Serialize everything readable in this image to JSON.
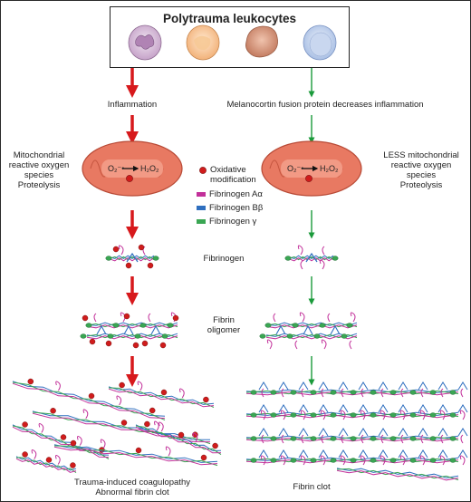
{
  "header": {
    "title": "Polytrauma leukocytes"
  },
  "left": {
    "inflammation": "Inflammation",
    "ros_line1": "Mitochondrial",
    "ros_line2": "reactive oxygen",
    "ros_line3": "species",
    "ros_line4": "Proteolysis",
    "outcome_line1": "Trauma-induced coagulopathy",
    "outcome_line2": "Abnormal fibrin clot"
  },
  "right": {
    "treatment": "Melanocortin fusion protein decreases inflammation",
    "ros_line1": "LESS mitochondrial",
    "ros_line2": "reactive oxygen",
    "ros_line3": "species",
    "ros_line4": "Proteolysis",
    "outcome": "Fibrin clot"
  },
  "mito": {
    "o2": "O₂⁻•",
    "h2o2": "H₂O₂"
  },
  "legend": {
    "oxidative_line1": "Oxidative",
    "oxidative_line2": "modification",
    "a_alpha": "Fibrinogen Aα",
    "b_beta": "Fibrinogen Bβ",
    "gamma": "Fibrinogen γ"
  },
  "center": {
    "fibrinogen": "Fibrinogen",
    "oligomer_line1": "Fibrin",
    "oligomer_line2": "oligomer"
  },
  "colors": {
    "red_arrow": "#d7191c",
    "green_arrow": "#1a9a3a",
    "mito_fill": "#e87962",
    "a_alpha": "#c2309a",
    "b_beta": "#2f6fbf",
    "gamma": "#3aa653",
    "oxidation_dot": "#d01c1c"
  }
}
